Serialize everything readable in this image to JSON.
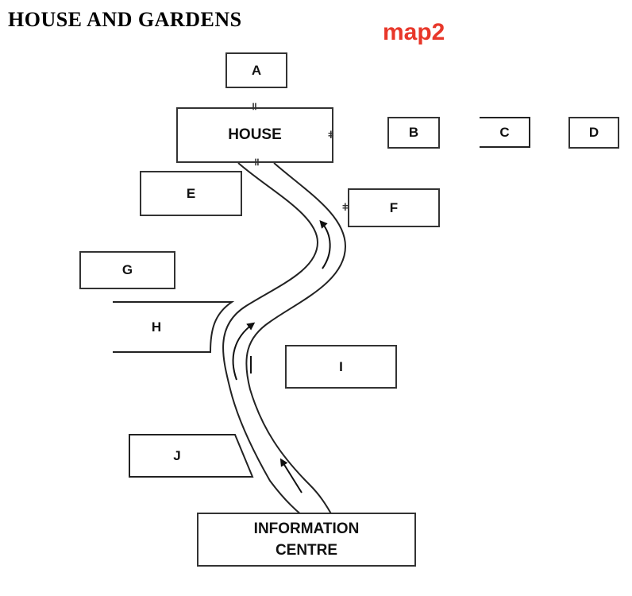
{
  "title": "HOUSE AND GARDENS",
  "map_label": "map2",
  "colors": {
    "map_label": "#e8372a",
    "ink": "#222222"
  },
  "places": {
    "house": "HOUSE",
    "a": "A",
    "b": "B",
    "c": "C",
    "d": "D",
    "e": "E",
    "f": "F",
    "g": "G",
    "h": "H",
    "i": "I",
    "j": "J",
    "information_centre": {
      "line1": "INFORMATION",
      "line2": "CENTRE"
    }
  }
}
